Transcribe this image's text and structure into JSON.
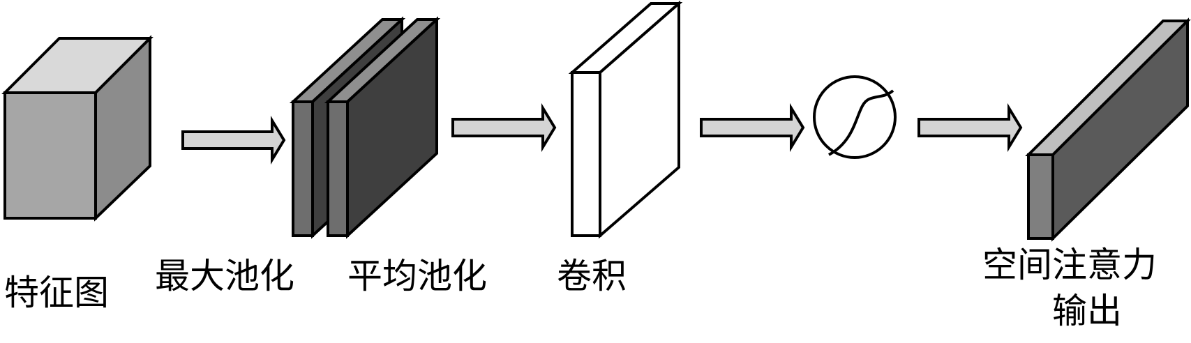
{
  "diagram": {
    "labels": {
      "feature_map": "特征图",
      "max_pool": "最大池化",
      "avg_pool": "平均池化",
      "conv": "卷积",
      "output_line1": "空间注意力",
      "output_line2": "输出"
    },
    "colors": {
      "feature_front": "#a6a6a6",
      "feature_top": "#d9d9d9",
      "feature_side": "#8c8c8c",
      "pool_front": "#6e6e6e",
      "pool_top": "#8f8f8f",
      "pool_side": "#3f3f3f",
      "conv_fill": "#ffffff",
      "arrow_fill": "#d4d4d4",
      "output_front": "#7f7f7f",
      "output_top": "#bfbfbf",
      "output_side": "#5a5a5a",
      "stroke": "#000000"
    },
    "activation_icon": "sigmoid-icon"
  }
}
